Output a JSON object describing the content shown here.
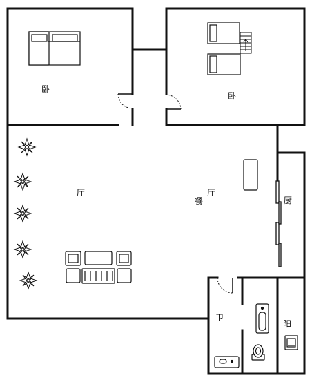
{
  "rooms": {
    "bedroom_left": "卧",
    "bedroom_right": "卧",
    "living_room": "厅",
    "dining_char_1": "餐",
    "dining_char_2": "厅",
    "kitchen": "厨",
    "bathroom": "卫",
    "balcony": "阳"
  },
  "icons": {
    "furniture": [
      "double-bed-icon",
      "twin-bed-icon",
      "staircase-icon",
      "dining-table-icon",
      "sofa-set-icon",
      "plant-icon",
      "bathtub-icon",
      "toilet-icon",
      "washbasin-icon",
      "washing-machine-icon",
      "door-swing-icon"
    ]
  },
  "colors": {
    "wall": "#111111",
    "background": "#ffffff"
  }
}
